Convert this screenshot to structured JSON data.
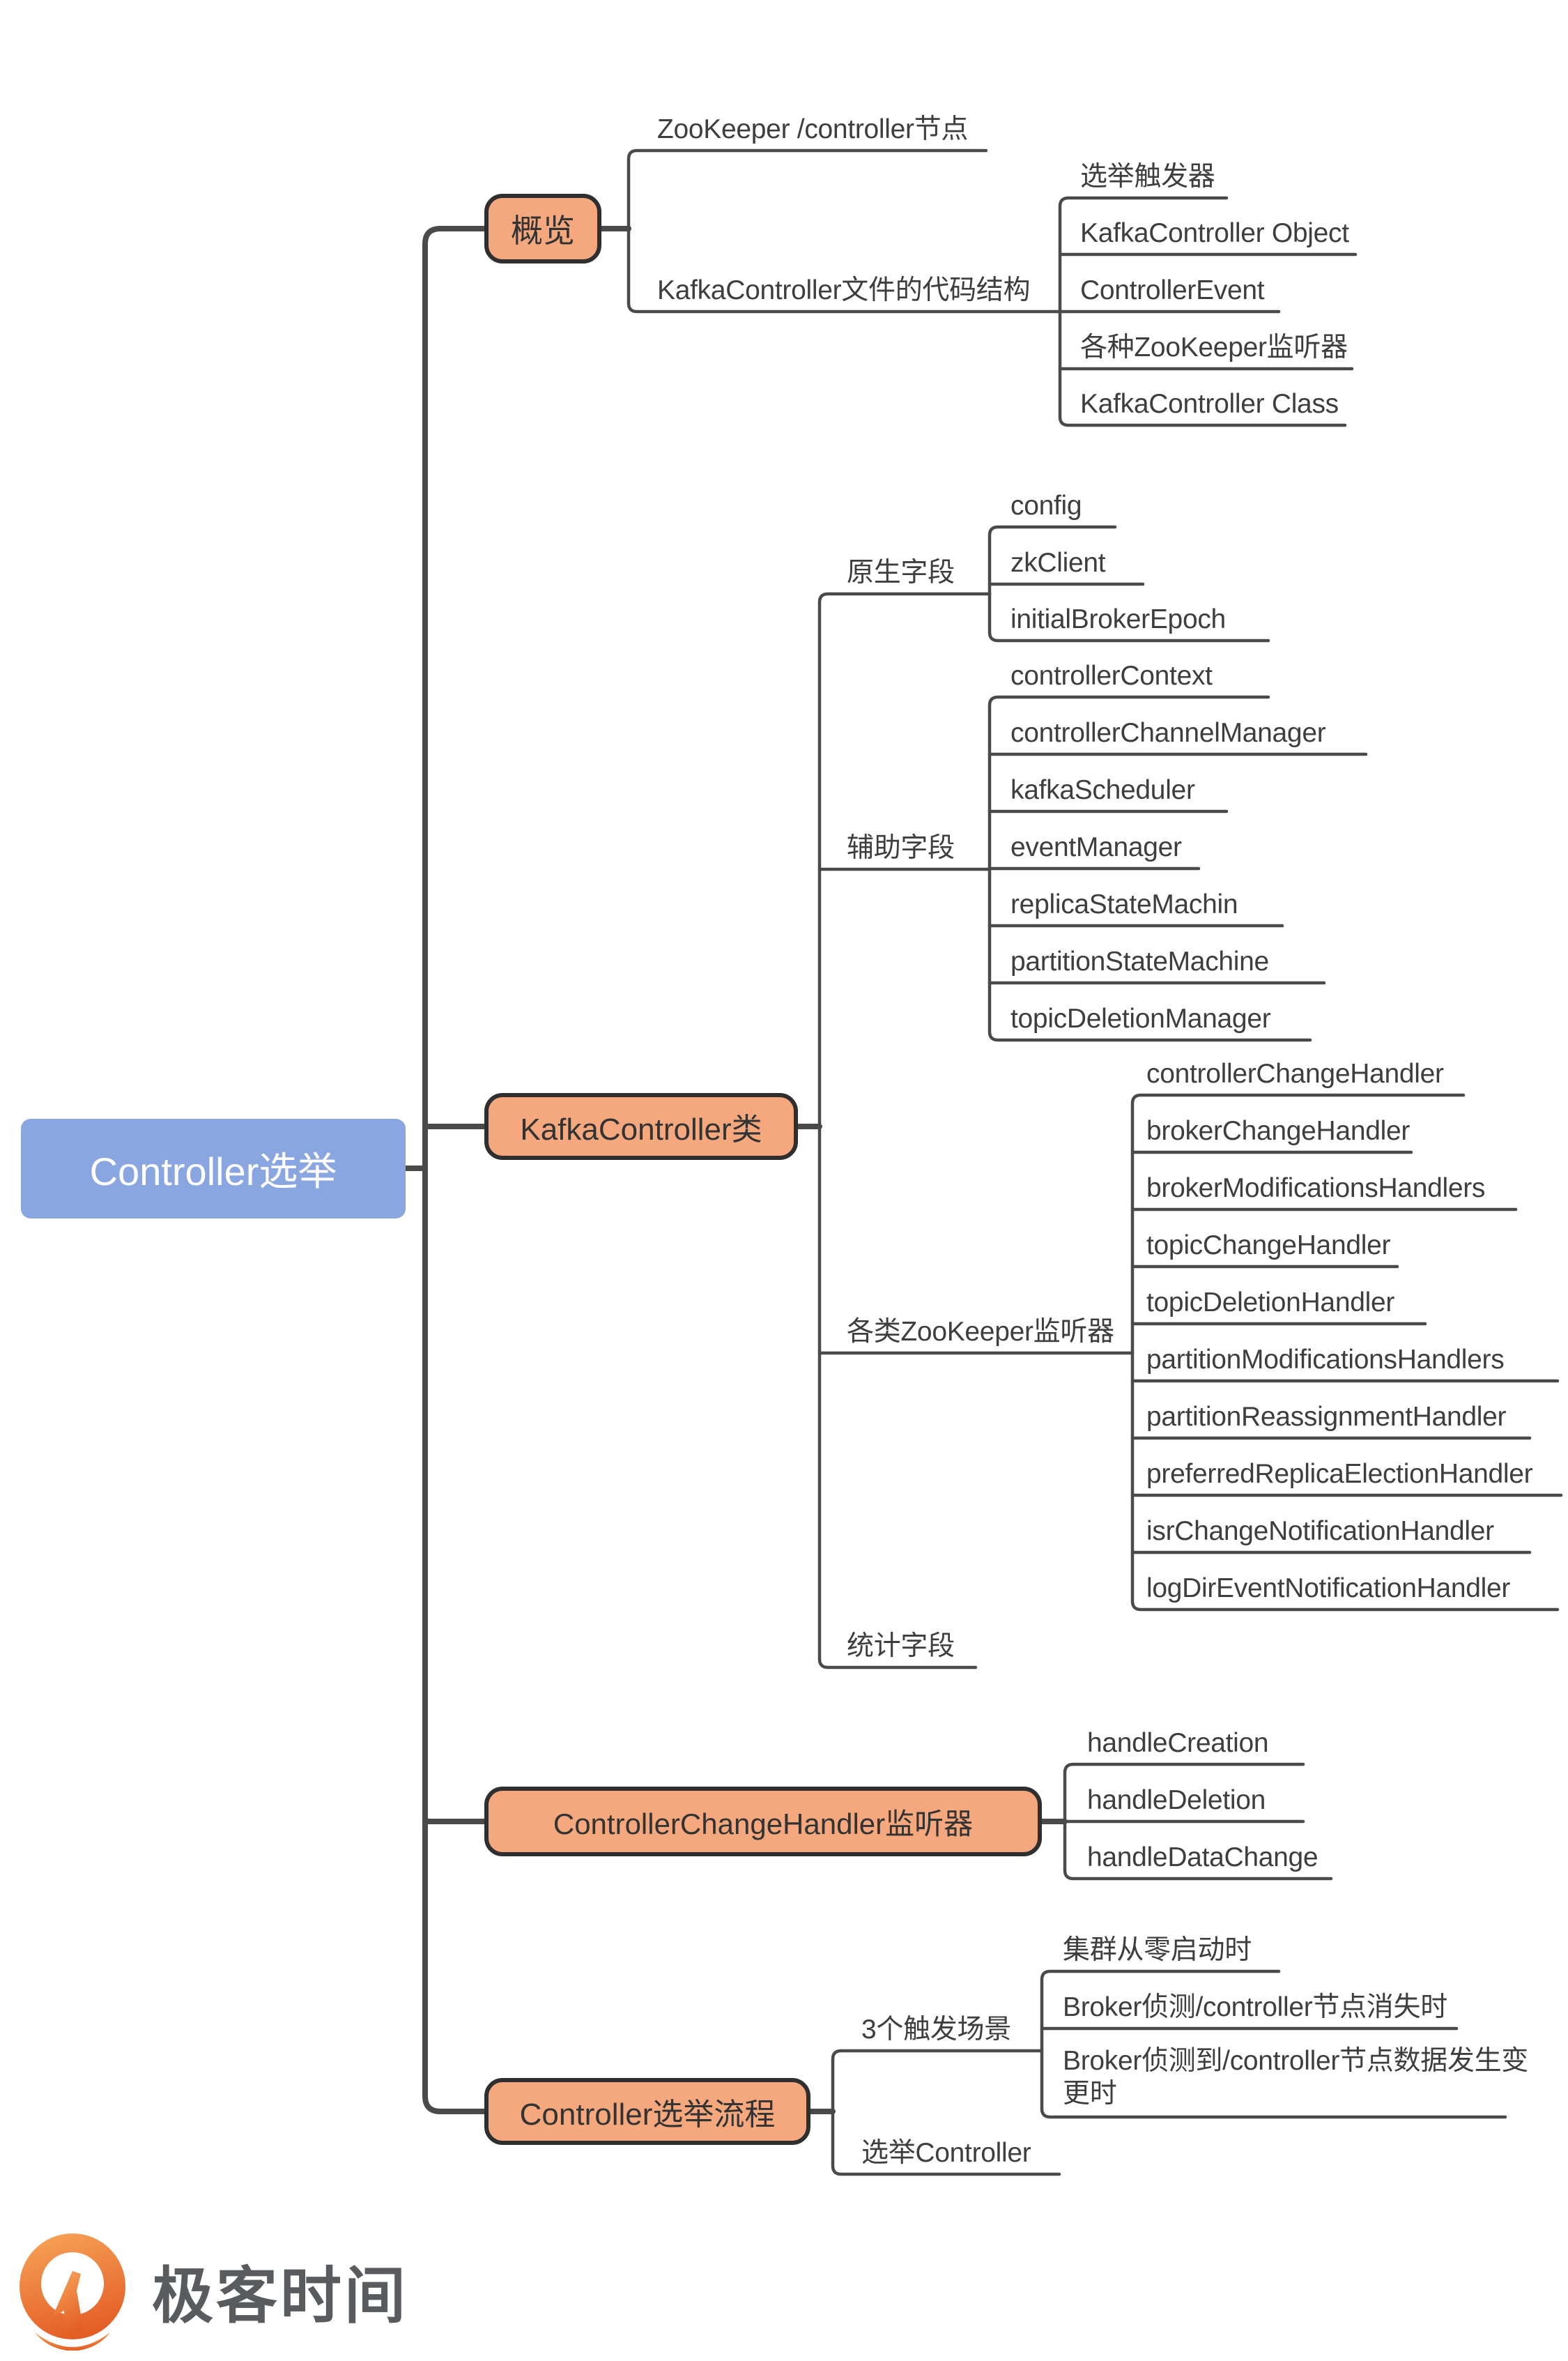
{
  "root": {
    "label": "Controller选举"
  },
  "branches": [
    {
      "label": "概览",
      "children": [
        {
          "label": "ZooKeeper /controller节点"
        },
        {
          "label": "KafkaController文件的代码结构",
          "children": [
            {
              "label": "选举触发器"
            },
            {
              "label": "KafkaController Object"
            },
            {
              "label": "ControllerEvent"
            },
            {
              "label": "各种ZooKeeper监听器"
            },
            {
              "label": "KafkaController Class"
            }
          ]
        }
      ]
    },
    {
      "label": "KafkaController类",
      "children": [
        {
          "label": "原生字段",
          "children": [
            {
              "label": "config"
            },
            {
              "label": "zkClient"
            },
            {
              "label": "initialBrokerEpoch"
            }
          ]
        },
        {
          "label": "辅助字段",
          "children": [
            {
              "label": "controllerContext"
            },
            {
              "label": "controllerChannelManager"
            },
            {
              "label": "kafkaScheduler"
            },
            {
              "label": "eventManager"
            },
            {
              "label": "replicaStateMachin"
            },
            {
              "label": "partitionStateMachine"
            },
            {
              "label": "topicDeletionManager"
            }
          ]
        },
        {
          "label": "各类ZooKeeper监听器",
          "children": [
            {
              "label": "controllerChangeHandler"
            },
            {
              "label": "brokerChangeHandler"
            },
            {
              "label": "brokerModificationsHandlers"
            },
            {
              "label": "topicChangeHandler"
            },
            {
              "label": "topicDeletionHandler"
            },
            {
              "label": "partitionModificationsHandlers"
            },
            {
              "label": "partitionReassignmentHandler"
            },
            {
              "label": "preferredReplicaElectionHandler"
            },
            {
              "label": "isrChangeNotificationHandler"
            },
            {
              "label": "logDirEventNotificationHandler"
            }
          ]
        },
        {
          "label": "统计字段"
        }
      ]
    },
    {
      "label": "ControllerChangeHandler监听器",
      "children": [
        {
          "label": "handleCreation"
        },
        {
          "label": "handleDeletion"
        },
        {
          "label": "handleDataChange"
        }
      ]
    },
    {
      "label": "Controller选举流程",
      "children": [
        {
          "label": "3个触发场景",
          "children": [
            {
              "label": "集群从零启动时"
            },
            {
              "label": "Broker侦测/controller节点消失时"
            },
            {
              "label": "Broker侦测到/controller节点数据发生变更时"
            }
          ]
        },
        {
          "label": "选举Controller"
        }
      ]
    }
  ],
  "logo": {
    "brand": "极客时间"
  },
  "colors": {
    "root_fill": "#8AA6E0",
    "branch_fill": "#F5A87D",
    "branch_border": "#2f2f2f",
    "line": "#4a4a4a",
    "text": "#3e3e3e",
    "logo_orange_light": "#F7A257",
    "logo_orange_dark": "#E35D25",
    "logo_text": "#585c5f",
    "background": "#ffffff"
  }
}
